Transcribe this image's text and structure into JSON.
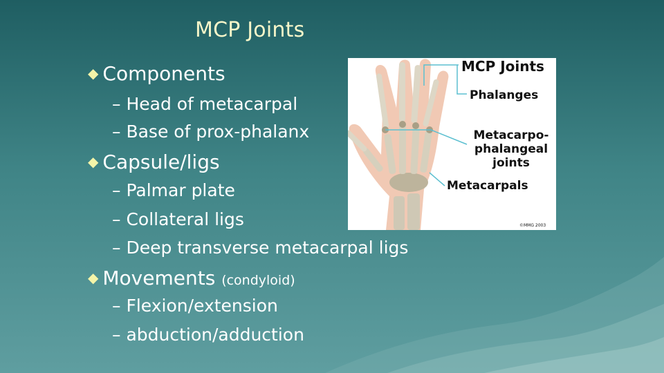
{
  "slide": {
    "title": "MCP Joints",
    "bullets": [
      {
        "label": "Components",
        "subitems": [
          "– Head of metacarpal",
          "– Base of prox-phalanx"
        ]
      },
      {
        "label": "Capsule/ligs",
        "subitems": [
          "– Palmar plate",
          "– Collateral ligs",
          "– Deep transverse metacarpal ligs"
        ]
      },
      {
        "label": "Movements",
        "note": "(condyloid)",
        "subitems": [
          "– Flexion/extension",
          "– abduction/adduction"
        ]
      }
    ],
    "bullet_glyph": "◆"
  },
  "figure": {
    "title": "MCP Joints",
    "labels": {
      "phalanges": "Phalanges",
      "mcp_line1": "Metacarpo-",
      "mcp_line2": "phalangeal",
      "mcp_line3": "joints",
      "metacarpals": "Metacarpals"
    },
    "copyright": "©MMG 2003",
    "icon": "hand-skeleton-illustration"
  },
  "colors": {
    "background_top": "#1f5e62",
    "background_bottom": "#5f9ea0",
    "title_text": "#f6f6c9",
    "body_text": "#ffffff",
    "bullet_glyph": "#f4f4a8",
    "pointer_lines": "#5bbfd0"
  }
}
